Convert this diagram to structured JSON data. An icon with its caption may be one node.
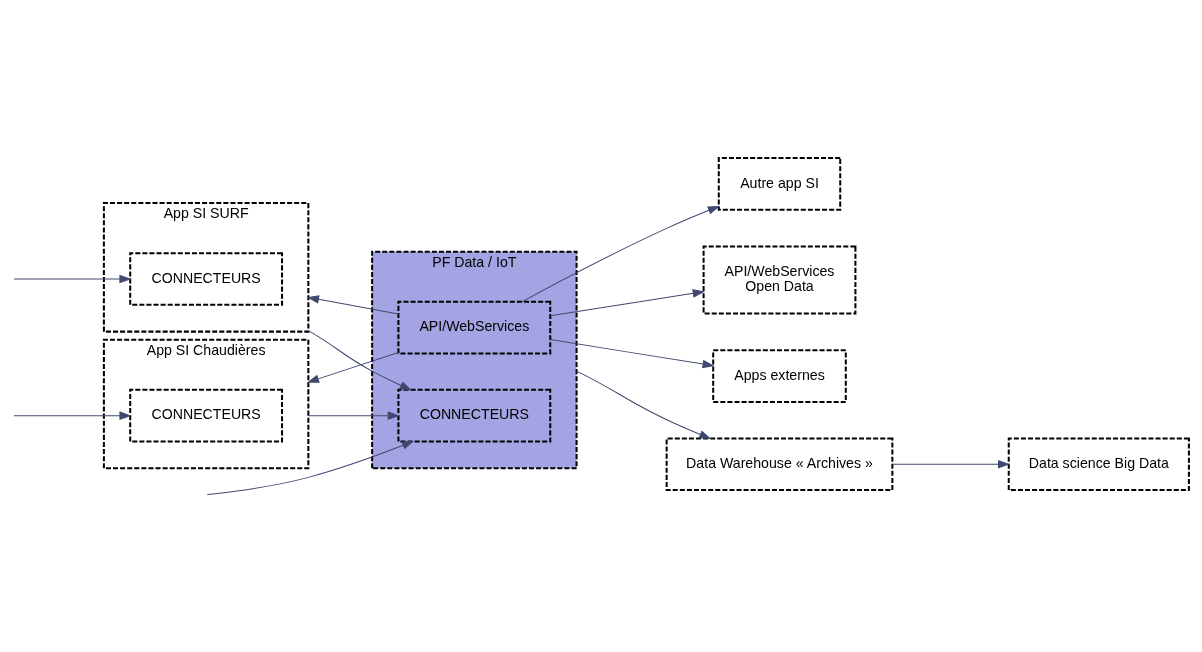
{
  "diagram": {
    "nodes": [
      {
        "text": [
          "Autre app SI"
        ]
      },
      {
        "text": [
          "API/WebServices",
          "Open Data"
        ]
      },
      {
        "text": [
          "Apps externes"
        ]
      },
      {
        "text": [
          "App SI SURF"
        ]
      },
      {
        "text": [
          "CONNECTEURS"
        ],
        "in": 3
      },
      {
        "text": [
          "App SI Chaudières"
        ]
      },
      {
        "text": [
          "CONNECTEURS"
        ],
        "in": 5
      },
      {
        "text": [
          "PF Data / IoT"
        ]
      },
      {
        "text": [
          "API/WebServices"
        ],
        "in": 7
      },
      {
        "text": [
          "CONNECTEURS"
        ],
        "in": 7
      },
      {
        "text": [
          "Data Warehouse « Archives »"
        ]
      },
      {
        "text": [
          "Data science Big Data"
        ]
      }
    ],
    "edges": [
      {
        "from": 8,
        "to": 0,
        "arrow": "to"
      },
      {
        "from": 8,
        "to": 1,
        "arrow": "to"
      },
      {
        "from": 8,
        "to": 2,
        "arrow": "to"
      },
      {
        "from": 8,
        "to": 3,
        "arrow": "to"
      },
      {
        "from": 8,
        "to": 5,
        "arrow": "to"
      },
      {
        "from": 3,
        "to": 9,
        "arrow": "to"
      },
      {
        "from": 5,
        "to": 9,
        "arrow": "to"
      },
      {
        "from": null,
        "to": 4,
        "arrow": "to"
      },
      {
        "from": null,
        "to": 6,
        "arrow": "to"
      },
      {
        "from": null,
        "to": 9,
        "arrow": "to"
      },
      {
        "from": 7,
        "to": 10,
        "arrow": "to"
      },
      {
        "from": 10,
        "to": 11,
        "arrow": "to"
      }
    ]
  }
}
